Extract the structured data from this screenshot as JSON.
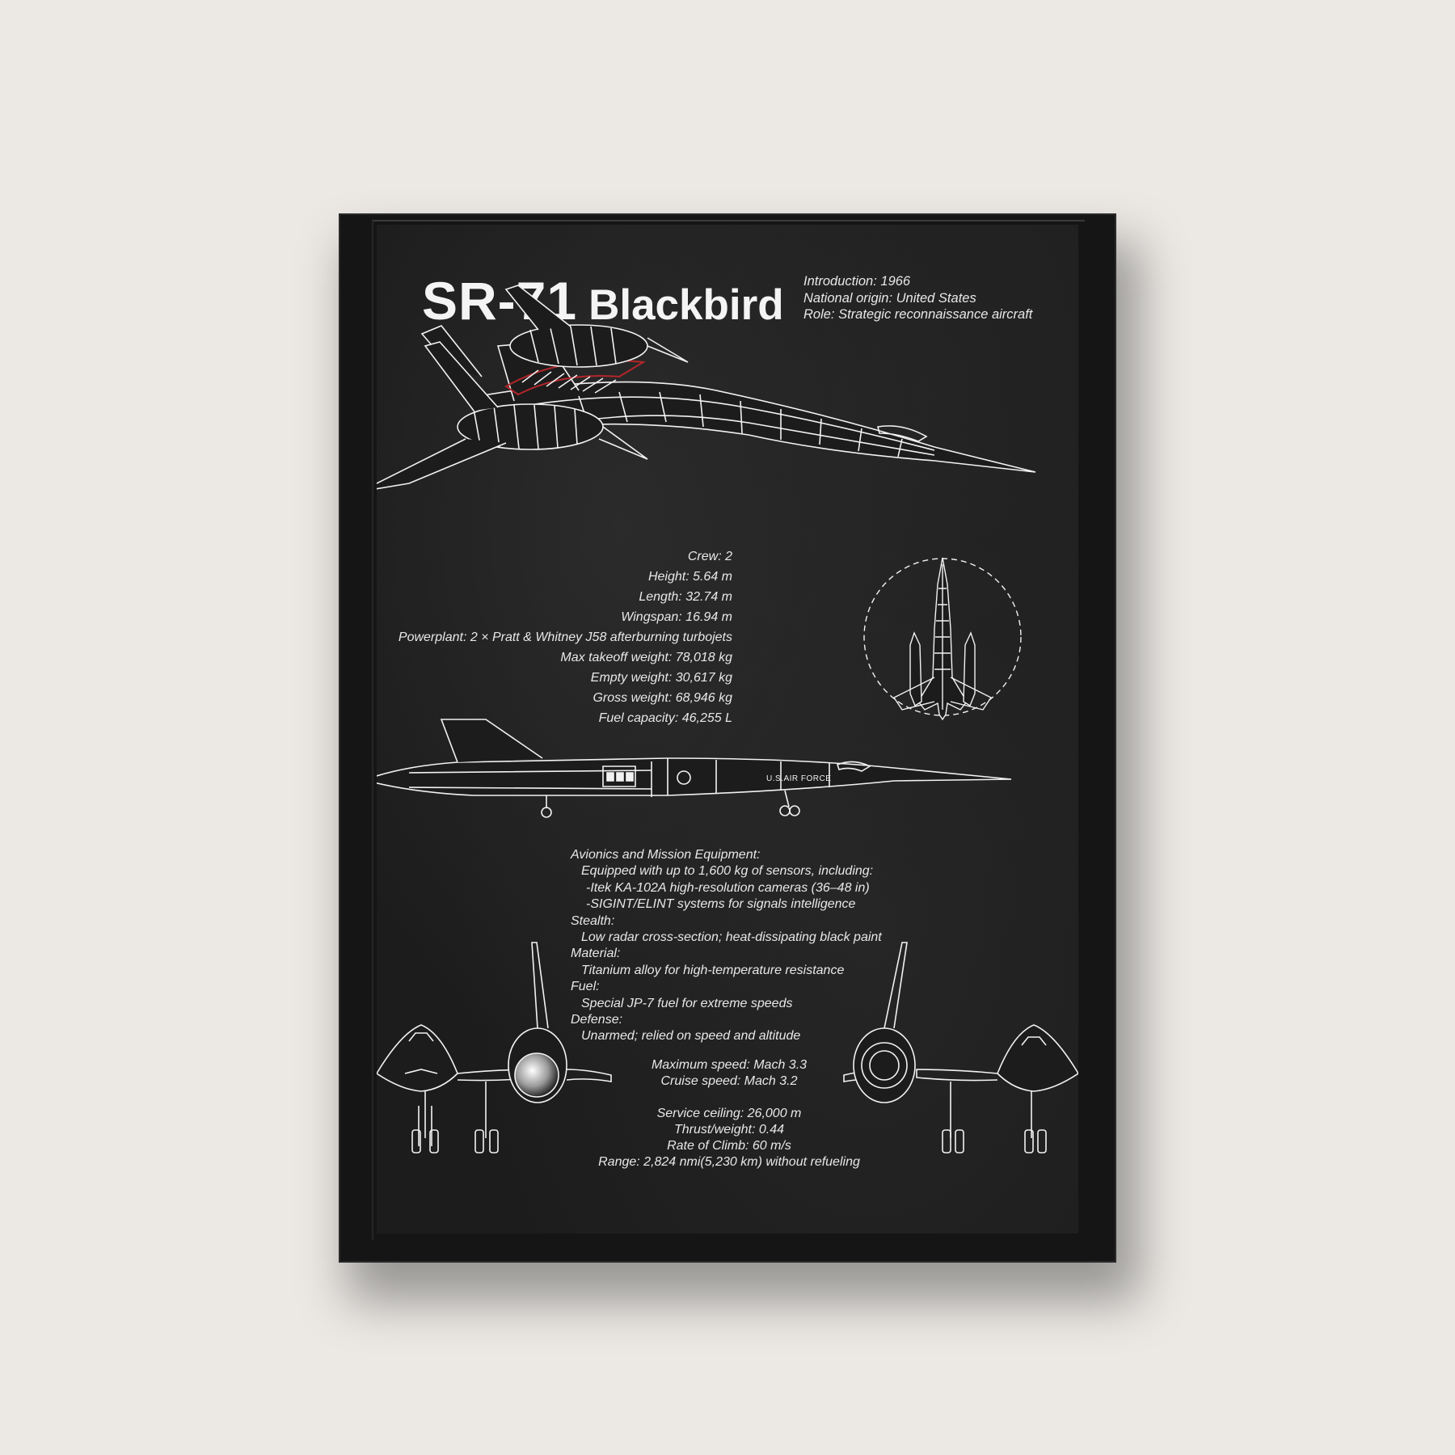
{
  "poster": {
    "title_code": "SR-71",
    "title_name": "Blackbird",
    "meta": [
      "Introduction: 1966",
      "National origin: United States",
      "Role: Strategic reconnaissance aircraft"
    ],
    "specs": [
      "Crew: 2",
      "Height: 5.64 m",
      "Length: 32.74 m",
      "Wingspan: 16.94 m",
      "Powerplant: 2 × Pratt & Whitney J58 afterburning turbojets",
      "Max takeoff weight: 78,018 kg",
      "Empty weight: 30,617 kg",
      "Gross weight: 68,946 kg",
      "Fuel capacity: 46,255 L"
    ],
    "equipment": [
      {
        "text": "Avionics and Mission Equipment:",
        "level": 0
      },
      {
        "text": "Equipped with up to 1,600 kg of sensors, including:",
        "level": 1
      },
      {
        "text": "-Itek KA-102A high-resolution cameras (36–48 in)",
        "level": 2
      },
      {
        "text": "-SIGINT/ELINT systems for signals intelligence",
        "level": 2
      },
      {
        "text": "Stealth:",
        "level": 0
      },
      {
        "text": "Low radar cross-section; heat-dissipating black paint",
        "level": 1
      },
      {
        "text": "Material:",
        "level": 0
      },
      {
        "text": "Titanium alloy for high-temperature resistance",
        "level": 1
      },
      {
        "text": "Fuel:",
        "level": 0
      },
      {
        "text": "Special JP-7 fuel for extreme speeds",
        "level": 1
      },
      {
        "text": "Defense:",
        "level": 0
      },
      {
        "text": "Unarmed; relied on speed and altitude",
        "level": 1
      }
    ],
    "performance_top": [
      "Maximum speed: Mach 3.3",
      "Cruise speed: Mach 3.2"
    ],
    "performance_bottom": [
      "Service ceiling: 26,000 m",
      "Thrust/weight: 0.44",
      "Rate of Climb: 60 m/s",
      "Range: 2,824 nmi(5,230 km) without refueling"
    ],
    "side_view_decal": "U.S.AIR FORCE",
    "colors": {
      "wall": "#ece9e5",
      "frame": "#151515",
      "poster_bg": "#1c1c1c",
      "line": "#f2f2f2",
      "accent_red": "#b3262b"
    }
  }
}
